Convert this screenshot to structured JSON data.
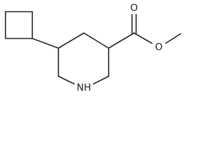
{
  "molecule": {
    "atom_labels": {
      "ring_nitrogen": "NH",
      "carbonyl_oxygen": "O",
      "ester_oxygen": "O"
    },
    "groups": [
      "cyclobutyl",
      "piperidine",
      "methyl ester"
    ]
  }
}
